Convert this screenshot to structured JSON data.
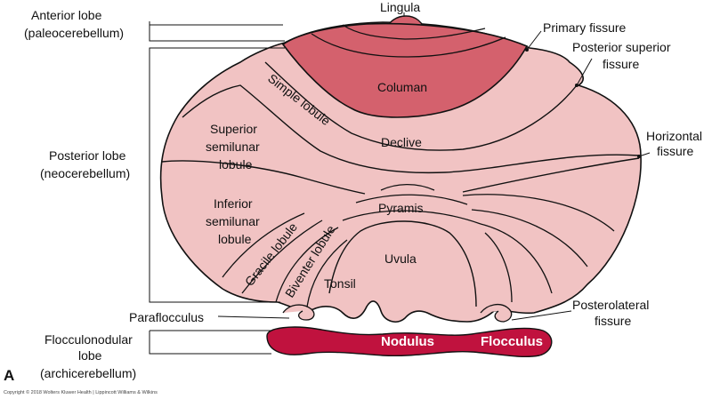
{
  "figure_letter": "A",
  "copyright": "Copyright © 2018 Wolters Kluwer Health | Lippincott Williams & Wilkins",
  "colors": {
    "cerebellum_fill": "#f1c3c3",
    "culmen_fill": "#d4616d",
    "lingula_fill": "#d4616d",
    "flocculonodular_fill": "#c0123e",
    "outline": "#111111"
  },
  "labels": {
    "lingula": "Lingula",
    "anterior_lobe": "Anterior lobe",
    "anterior_lobe_sub": "(paleocerebellum)",
    "primary_fissure": "Primary fissure",
    "posterior_superior": "Posterior superior",
    "posterior_superior_2": "fissure",
    "posterior_lobe": "Posterior lobe",
    "posterior_lobe_sub": "(neocerebellum)",
    "horizontal": "Horizontal",
    "horizontal_2": "fissure",
    "paraflocculus": "Paraflocculus",
    "posterolateral": "Posterolateral",
    "posterolateral_2": "fissure",
    "flocculonodular_1": "Flocculonodular",
    "flocculonodular_2": "lobe",
    "flocculonodular_3": "(archicerebellum)"
  },
  "regions": {
    "culmen": "Columan",
    "simple_lobule": "Simple lobule",
    "declive": "Declive",
    "superior_semilunar_1": "Superior",
    "superior_semilunar_2": "semilunar",
    "superior_semilunar_3": "lobule",
    "inferior_semilunar_1": "Inferior",
    "inferior_semilunar_2": "semilunar",
    "inferior_semilunar_3": "lobule",
    "pyramis": "Pyramis",
    "uvula": "Uvula",
    "gracile_lobule": "Gracile lobule",
    "biventer_lobule": "Biventer lobule",
    "tonsil": "Tonsil",
    "nodulus": "Nodulus",
    "flocculus": "Flocculus"
  }
}
